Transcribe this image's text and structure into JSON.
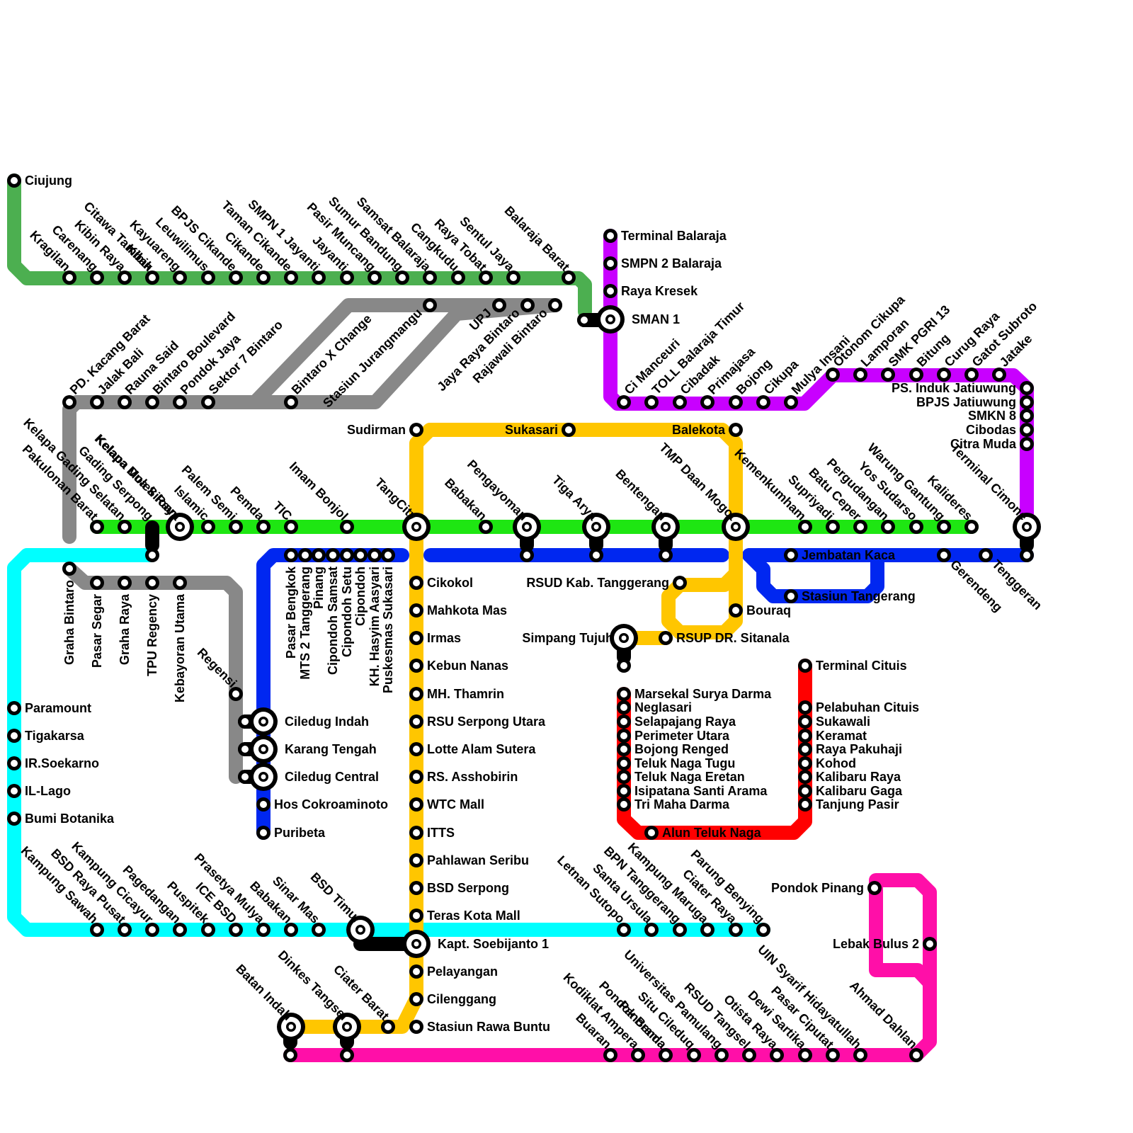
{
  "colors": {
    "green": "#4caf50",
    "gray": "#888888",
    "lime": "#1ee612",
    "cyan": "#00ffff",
    "blue": "#0027f0",
    "yellow": "#ffc600",
    "purple": "#c800ff",
    "red": "#ff0000",
    "magenta": "#ff0fa8"
  },
  "lines": {
    "green": {
      "color_key": "green",
      "stations": [
        "Ciujung",
        "Kragilan",
        "Carenang",
        "Kibin Raya",
        "Citawa Tambak",
        "Kibin",
        "Kayuareng",
        "Leuwilimus",
        "BPJS Cikande",
        "Cikande",
        "Taman Cikande",
        "SMPN 1 Jayanti",
        "Jayanti",
        "Pasir Muncang",
        "Sumur Bandung",
        "Samsat Balaraja",
        "Cangkudu",
        "Raya Tobat",
        "Sentul Jaya",
        "Balaraja Barat"
      ]
    },
    "gray": {
      "color_key": "gray",
      "stations": [
        "Rajawali Bintaro",
        "Jaya Raya Bintaro",
        "UPJ",
        "Stasiun Jurangmangu",
        "Bintaro X Change",
        "Sektor 7 Bintaro",
        "Pondok Jaya",
        "Bintaro Boulevard",
        "Rauna Said",
        "Jalak Bali",
        "PD. Kacang Barat",
        "Graha Bintaro",
        "Pasar Segar",
        "Graha Raya",
        "TPU Regency",
        "Kebayoran Utama",
        "Regensi"
      ]
    },
    "lime": {
      "color_key": "lime",
      "stations": [
        "Pakulonan Barat",
        "Kelapa Gading Selatan",
        "Gading Serpong",
        "Kelapa Molek Raya",
        "Kelapa Dua Siloam",
        "Islamic",
        "Palem Semi",
        "Pemda",
        "TIC",
        "Imam Bonjol",
        "TangCity",
        "Babakan",
        "Pengayoman",
        "Tiga Arya",
        "Bentengan",
        "TMP Daan Mogot",
        "Kemenkumham",
        "Supriyadi",
        "Batu Ceper",
        "Pergudangan",
        "Yos Sudarso",
        "Warung Gantung",
        "Kalideres",
        "Terminal Cimone"
      ]
    },
    "blue": {
      "color_key": "blue",
      "stations": [
        "Puribeta",
        "Hos Cokroaminoto",
        "Ciledug Central",
        "Karang Tengah",
        "Ciledug Indah",
        "Pasar Bengkok",
        "MTS 2 Tanggerang",
        "Pinang",
        "Cipondoh Samsat",
        "Cipondoh Setu",
        "Cipondoh",
        "KH. Hasyim Aasyari",
        "Puskesmas Sukasari",
        "Jembatan Kaca",
        "Stasiun Tangerang",
        "Gerendeng",
        "Tenggeran"
      ]
    },
    "cyan": {
      "color_key": "cyan",
      "stations": [
        "Paramount",
        "Tigakarsa",
        "IR.Soekarno",
        "IL-Lago",
        "Bumi Botanika",
        "Kampung Sawah",
        "BSD Raya Pusat",
        "Kampung Cicayur",
        "Pagedangan",
        "Puspitek",
        "ICE BSD",
        "Prasetya Mulya",
        "Babakan",
        "Sinar Mas",
        "BSD Timur",
        "Letnan Sutopo",
        "Santa Ursula",
        "BPN Tanggerang",
        "Kampung Maruga",
        "Ciater Raya",
        "Parung Benying"
      ]
    },
    "yellow": {
      "color_key": "yellow",
      "stations": [
        "Sudirman",
        "Cikokol",
        "Mahkota Mas",
        "Irmas",
        "Kebun Nanas",
        "MH. Thamrin",
        "RSU Serpong Utara",
        "Lotte Alam Sutera",
        "RS. Asshobirin",
        "WTC Mall",
        "ITTS",
        "Pahlawan Seribu",
        "BSD Serpong",
        "Teras Kota Mall",
        "Kapt. Soebijanto 1",
        "Pelayangan",
        "Cilenggang",
        "Stasiun Rawa Buntu",
        "Ciater Barat",
        "Dinkes Tangsel",
        "Batan Indah",
        "Sukasari",
        "Balekota",
        "Bouraq",
        "RSUP DR. Sitanala",
        "RSUD Kab. Tanggerang",
        "Simpang Tujuh"
      ]
    },
    "purple": {
      "color_key": "purple",
      "stations": [
        "Terminal Balaraja",
        "SMPN 2 Balaraja",
        "Raya Kresek",
        "SMAN 1",
        "Ci Manceuri",
        "TOLL Balaraja Timur",
        "Cibadak",
        "Primajasa",
        "Bojong",
        "Cikupa",
        "Mulya Insani",
        "Otonom Cikupa",
        "Lamporan",
        "SMK PGRI 13",
        "Bitung",
        "Curug Raya",
        "Gatot Subroto",
        "Jatake",
        "PS. Induk Jatiuwung",
        "BPJS Jatiuwung",
        "SMKN 8",
        "Cibodas",
        "Citra Muda"
      ]
    },
    "red": {
      "color_key": "red",
      "stations": [
        "Marsekal Surya Darma",
        "Neglasari",
        "Selapajang Raya",
        "Perimeter Utara",
        "Bojong Renged",
        "Teluk Naga Tugu",
        "Teluk Naga Eretan",
        "Isipatana Santi Arama",
        "Tri Maha Darma",
        "Alun Teluk Naga",
        "Terminal Cituis",
        "Pelabuhan Cituis",
        "Sukawali",
        "Keramat",
        "Raya Pakuhaji",
        "Kohod",
        "Kalibaru Raya",
        "Kalibaru Gaga",
        "Tanjung Pasir"
      ]
    },
    "magenta": {
      "color_key": "magenta",
      "stations": [
        "Buaran",
        "Kodiklat Ampera",
        "Panorama",
        "Pondok Benda",
        "Situ Cileduq",
        "Universitas Pamulang",
        "RSUD Tangsel",
        "Otista Raya",
        "Dewi Sartika",
        "Pasar Ciputat",
        "UIN Syarif Hidayatullah",
        "Ahmad Dahlan",
        "Lebak Bulus 2",
        "Pondok Pinang"
      ]
    }
  },
  "interchanges": [
    "SMAN 1",
    "Kelapa Molek Raya",
    "TangCity",
    "Pengayoman",
    "Tiga Arya",
    "Bentengan",
    "TMP Daan Mogot",
    "Terminal Cimone",
    "Ciledug Indah",
    "Karang Tengah",
    "Ciledug Central",
    "Simpang Tujuh",
    "BSD Timur",
    "Kapt. Soebijanto 1",
    "Batan Indah",
    "Dinkes Tangsel"
  ]
}
